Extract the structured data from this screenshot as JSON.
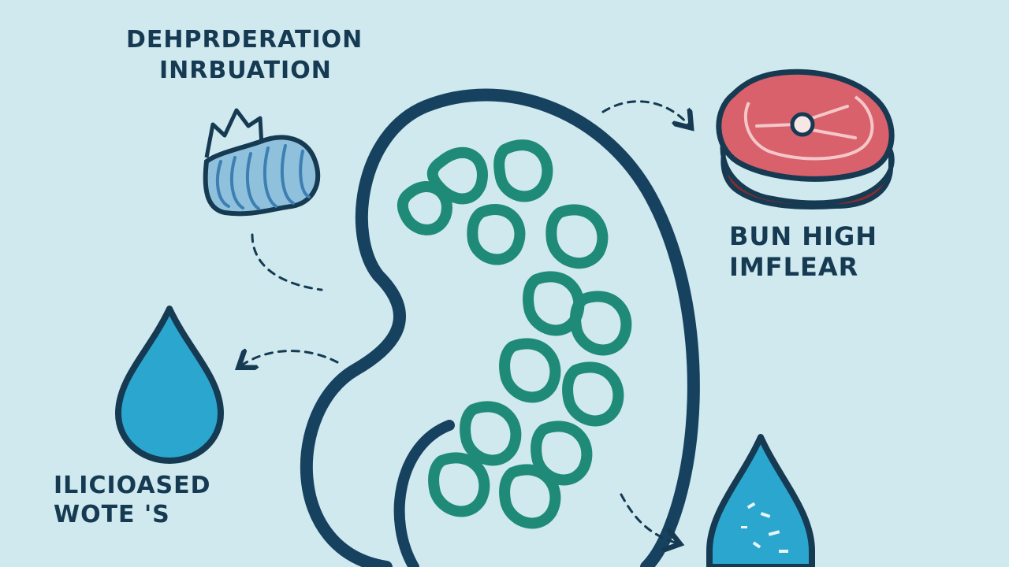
{
  "labels": {
    "dehydration": {
      "line1": "DEHPRDERATION",
      "line2": "INRBUATION"
    },
    "bun_high": {
      "line1": "BUN HIGH",
      "line2": "IMFLEAR"
    },
    "increased_waste": {
      "line1": "ILICIOASED",
      "line2": "WOTE 'S"
    }
  },
  "icons": {
    "kidney": "kidney-icon",
    "nephrons": "nephron-loops-icon",
    "muscle": "muscle-tissue-icon",
    "steak": "steak-icon",
    "drop_left": "water-drop-icon",
    "drop_right": "water-drop-icon"
  },
  "colors": {
    "background": "#cfe9ef",
    "outline": "#153a52",
    "kidney_stroke": "#17425f",
    "nephron": "#1f8a78",
    "water": "#2aa6cf",
    "meat": "#d9616b",
    "meat_dark": "#8a2a2e",
    "muscle": "#3d7fb3"
  }
}
